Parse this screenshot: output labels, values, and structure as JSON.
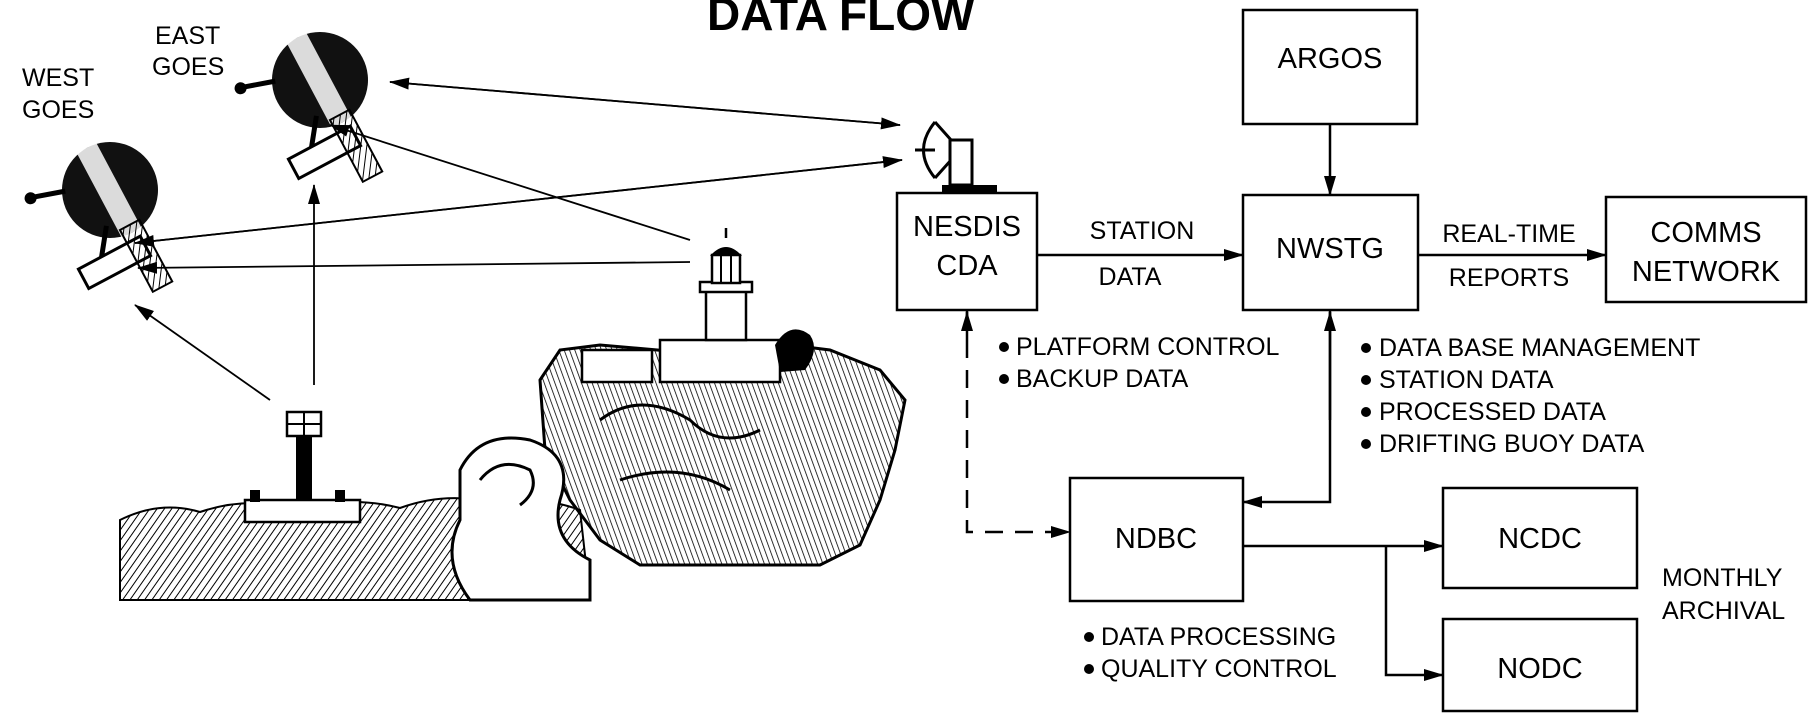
{
  "title": "DATA FLOW",
  "satellites": {
    "east_label_1": "EAST",
    "east_label_2": "GOES",
    "west_label_1": "WEST",
    "west_label_2": "GOES"
  },
  "boxes": {
    "argos": "ARGOS",
    "nesdis_1": "NESDIS",
    "nesdis_2": "CDA",
    "nwstg": "NWSTG",
    "comms_1": "COMMS",
    "comms_2": "NETWORK",
    "ndbc": "NDBC",
    "ncdc": "NCDC",
    "nodc": "NODC"
  },
  "edge_labels": {
    "station_data_1": "STATION",
    "station_data_2": "DATA",
    "realtime_1": "REAL-TIME",
    "realtime_2": "REPORTS",
    "monthly_1": "MONTHLY",
    "monthly_2": "ARCHIVAL"
  },
  "bullets": {
    "nesdis": [
      "PLATFORM CONTROL",
      "BACKUP DATA"
    ],
    "nwstg": [
      "DATA BASE MANAGEMENT",
      "STATION DATA",
      "PROCESSED DATA",
      "DRIFTING BUOY DATA"
    ],
    "ndbc": [
      "DATA PROCESSING",
      "QUALITY CONTROL"
    ]
  }
}
